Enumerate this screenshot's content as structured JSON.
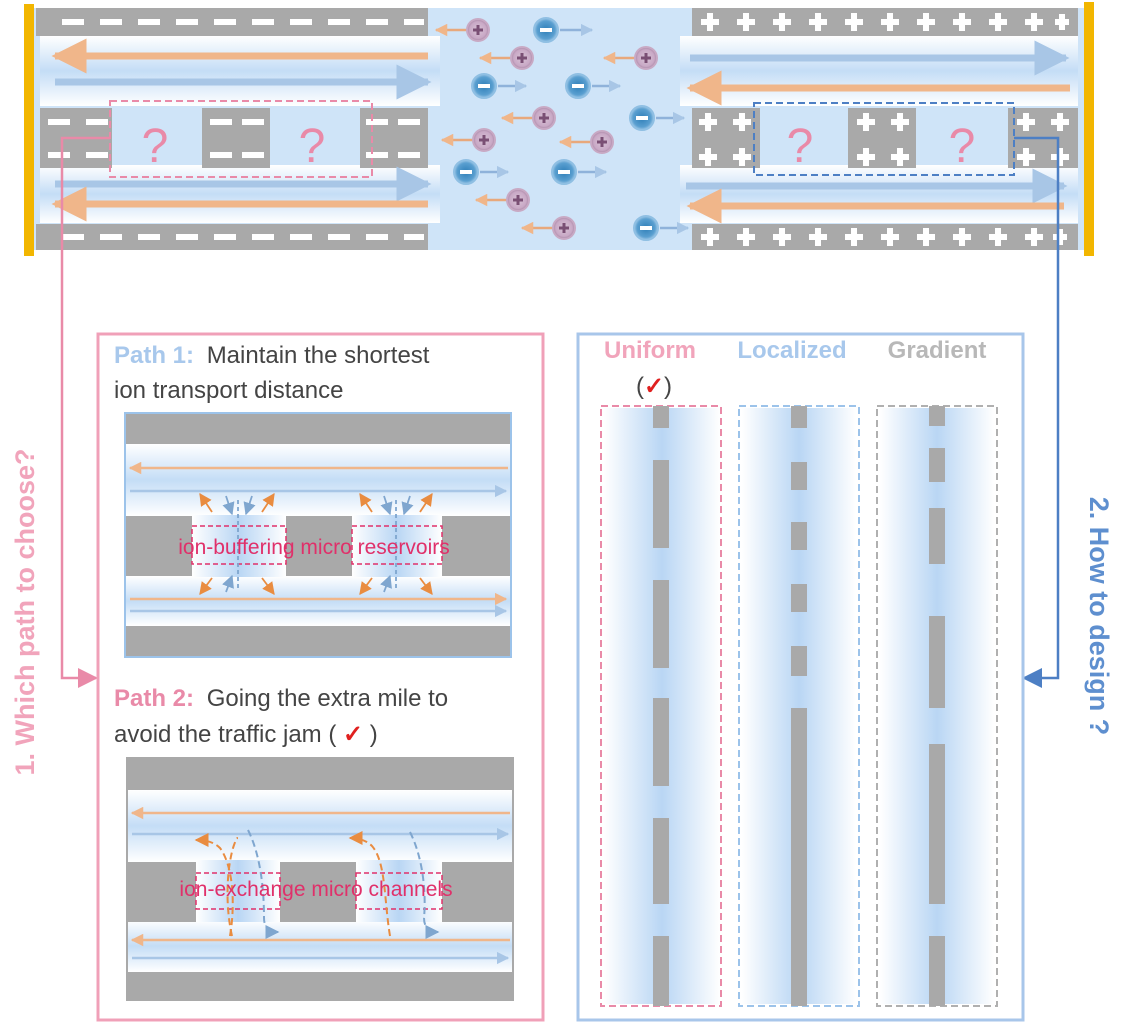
{
  "top_schematic": {
    "question_mark": "?"
  },
  "left_panel": {
    "side_label": "1. Which path to choose?",
    "path1": {
      "prefix": "Path 1:",
      "line1": "Maintain the shortest",
      "line2": "ion transport distance",
      "inset_label": "ion-buffering micro reservoirs"
    },
    "path2": {
      "prefix": "Path 2:",
      "line1": "Going the extra mile to",
      "line2_start": "avoid the traffic jam (",
      "check": "✓",
      "line2_end": ")",
      "inset_label": "ion-exchange micro channels"
    }
  },
  "right_panel": {
    "side_label": "2. How to design ?",
    "columns": [
      {
        "label": "Uniform"
      },
      {
        "label": "Localized"
      },
      {
        "label": "Gradient"
      }
    ],
    "check_open": "(",
    "check": "✓",
    "check_close": ")"
  },
  "colors": {
    "pink": "#e98aa8",
    "pink_dark": "#e0306a",
    "light_blue": "#9cc3ea",
    "blue": "#4d7fc4",
    "gray": "#a9a9a9",
    "orange": "#f0b68a",
    "electrolyte": "#cfe4f8",
    "yellow": "#f2b600",
    "check_red": "#e0201f",
    "dark_text": "#444444"
  }
}
